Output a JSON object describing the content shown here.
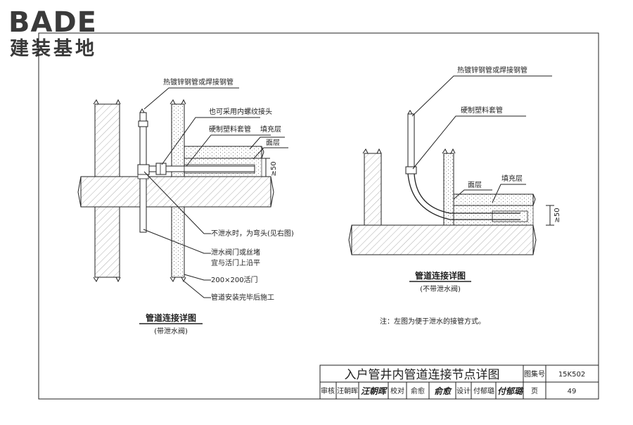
{
  "logo": {
    "mark": "BADE",
    "subtitle": "建装基地",
    "color": "#3a3a3a"
  },
  "left_detail": {
    "labels": {
      "steel_pipe": "热镀锌钢管或焊接钢管",
      "thread_joint": "也可采用内螺纹接头",
      "sleeve": "硬制塑料套管",
      "fill_layer": "填充层",
      "surface": "面层",
      "dim": "≥50",
      "no_drain": "不泄水时，为弯头(见右图)",
      "drain_valve_1": "泄水阀门或丝堵",
      "drain_valve_2": "宜与活门上沿平",
      "door": "200×200活门",
      "install": "管道安装完毕后施工"
    },
    "title": "管道连接详图",
    "subtitle": "(带泄水阀)"
  },
  "right_detail": {
    "labels": {
      "steel_pipe": "热镀锌钢管或焊接钢管",
      "sleeve": "硬制塑料套管",
      "surface": "面层",
      "fill_layer": "填充层",
      "dim": "≥50"
    },
    "title": "管道连接详图",
    "subtitle": "(不带泄水阀)"
  },
  "note": "注：左图为便于泄水的接管方式。",
  "title_block": {
    "main_title": "入户管井内管道连接节点详图",
    "atlas_label": "图集号",
    "atlas_no": "15K502",
    "page_label": "页",
    "page_no": "49",
    "review_label": "审核",
    "reviewer": "汪朝晖",
    "reviewer_sig": "汪朝晖",
    "check_label": "校对",
    "checker": "俞愈",
    "checker_sig": "俞愈",
    "design_label": "设计",
    "designer": "付郁璐",
    "designer_sig": "付郁璐"
  }
}
